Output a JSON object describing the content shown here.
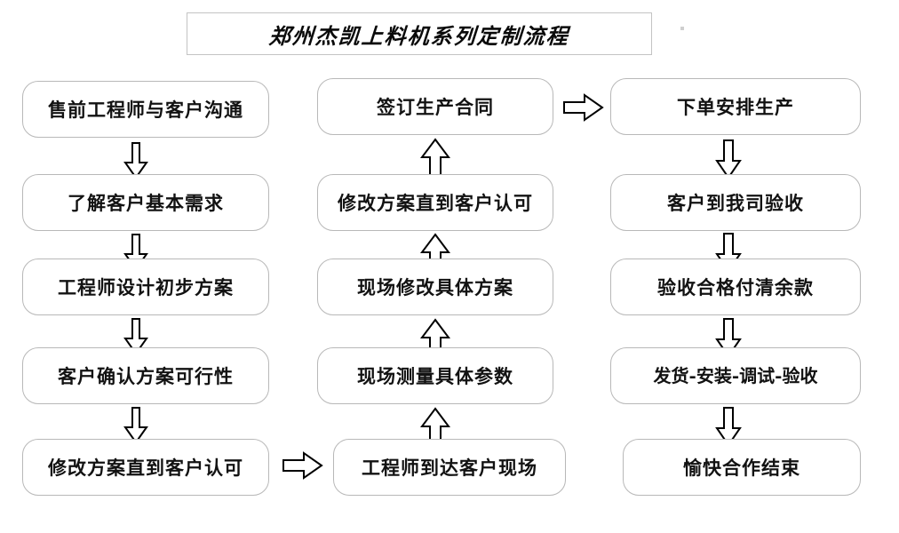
{
  "title": {
    "text": "郑州杰凯上料机系列定制流程"
  },
  "columns": {
    "left": {
      "name": "pre-sales-column",
      "direction": "downward",
      "nodes": [
        "售前工程师与客户沟通",
        "了解客户基本需求",
        "工程师设计初步方案",
        "客户确认方案可行性",
        "修改方案直到客户认可"
      ]
    },
    "middle": {
      "name": "on-site-column",
      "direction": "upward",
      "nodes": [
        "签订生产合同",
        "修改方案直到客户认可",
        "现场修改具体方案",
        "现场测量具体参数",
        "工程师到达客户现场"
      ]
    },
    "right": {
      "name": "production-column",
      "direction": "downward",
      "nodes": [
        "下单安排生产",
        "客户到我司验收",
        "验收合格付清余款",
        "发货-安装-调试-验收",
        "愉快合作结束"
      ]
    }
  },
  "connectors": {
    "left_to_middle": "arrow-right",
    "middle_to_right": "arrow-right",
    "left_internal": "arrow-down",
    "middle_internal": "arrow-up",
    "right_internal": "arrow-down"
  },
  "colors": {
    "box_border": "#b8b8b8",
    "title_border": "#c3c3c3",
    "text": "#121212",
    "arrow_stroke": "#000000",
    "background": "#ffffff"
  }
}
